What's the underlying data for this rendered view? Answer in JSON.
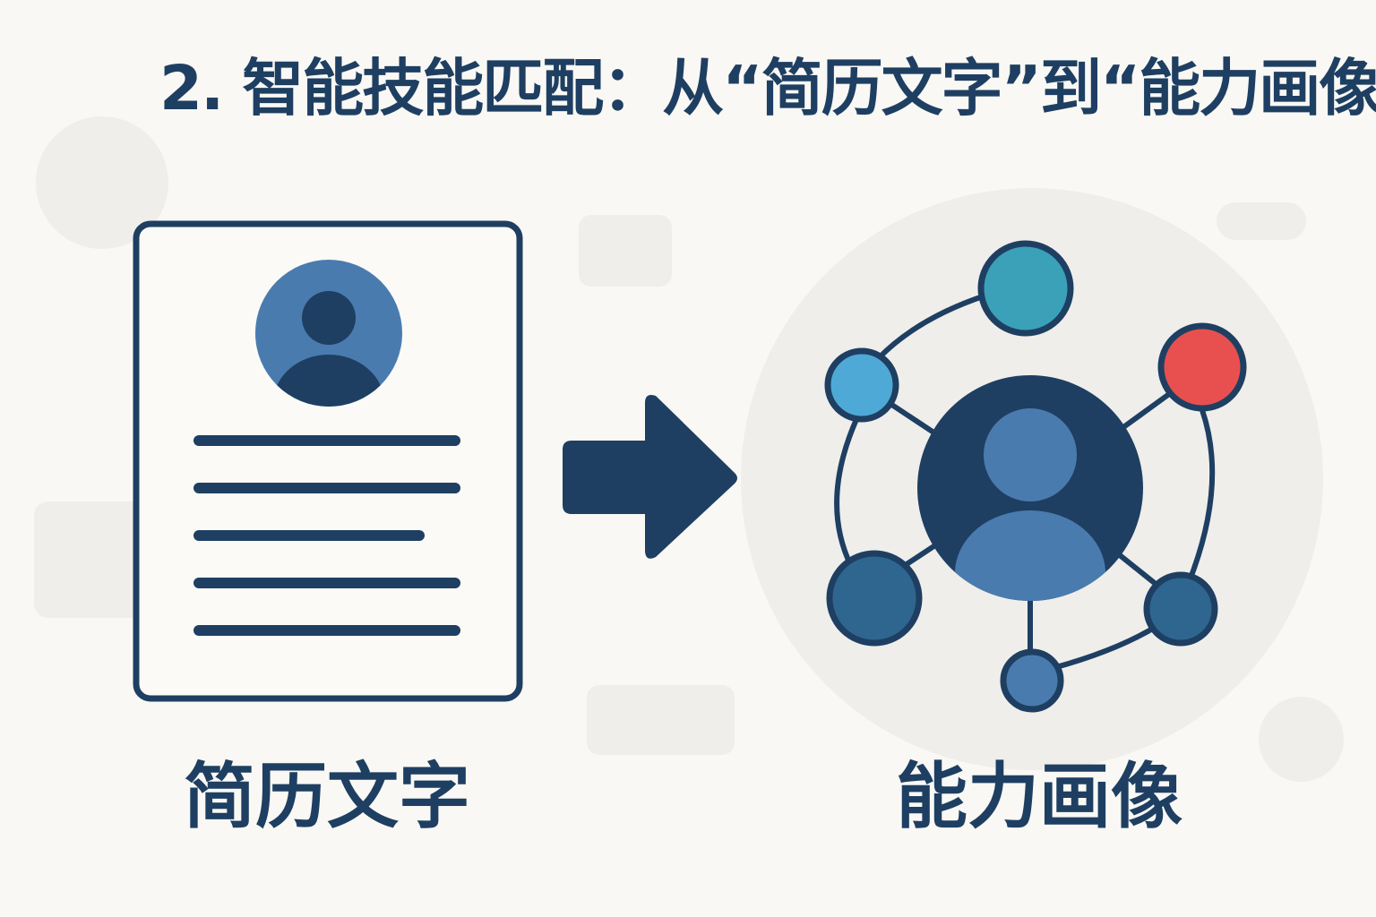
{
  "title": "2. 智能技能匹配：从“简历文字”到“能力画像",
  "left_label": "简历文字",
  "right_label": "能力画像",
  "colors": {
    "background": "#f9f8f4",
    "navy": "#1e3f62",
    "blue_mid": "#4a7baf",
    "teal": "#3aa1b8",
    "light_blue": "#4ea9d6",
    "red": "#e8504f",
    "dark_blue": "#2f6690"
  },
  "icons": {
    "resume": "resume-document-icon",
    "arrow": "right-arrow-icon",
    "profile": "skill-network-icon"
  }
}
